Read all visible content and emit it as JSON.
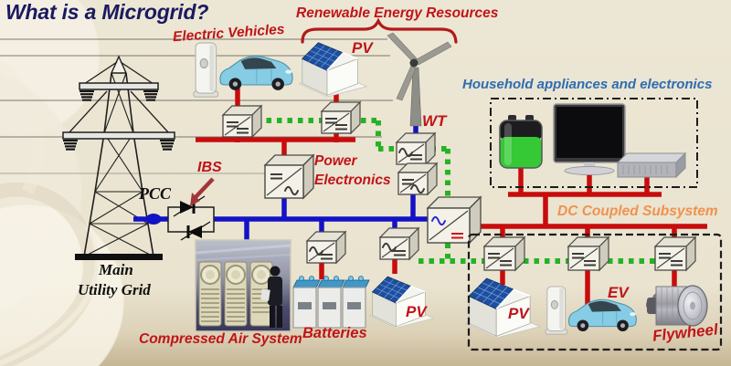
{
  "title": "What is a Microgrid?",
  "labels": {
    "electric_vehicles": "Electric Vehicles",
    "renewable_energy": "Renewable Energy Resources",
    "pv_rooftop": "PV",
    "wind_turbine": "WT",
    "household": "Household appliances and electronics",
    "pcc": "PCC",
    "ibs": "IBS",
    "power_electronics_line1": "Power",
    "power_electronics_line2": "Electronics",
    "dc_coupled_subsystem": "DC Coupled Subsystem",
    "main_grid_line1": "Main",
    "main_grid_line2": "Utility Grid",
    "compressed_air": "Compressed Air System",
    "batteries": "Batteries",
    "pv_mid": "PV",
    "pv_dc": "PV",
    "ev_dc": "EV",
    "flywheel": "Flywheel"
  },
  "colors": {
    "background": "#e9e3d0",
    "ac_bus_blue": "#1412c6",
    "dc_bus_red": "#c80c0c",
    "comm_line_green": "#24b324",
    "label_red": "#c01418",
    "label_blue": "#2e6cb0",
    "label_orange": "#f0924e",
    "title_navy": "#1a1a60"
  },
  "converters": [
    {
      "id": "ev-converter",
      "type": "DC/DC"
    },
    {
      "id": "pv-rooftop-converter",
      "type": "DC/DC"
    },
    {
      "id": "power-electronics-converter",
      "type": "DC/AC"
    },
    {
      "id": "wt-converter-1",
      "type": "AC/DC"
    },
    {
      "id": "wt-converter-2",
      "type": "DC/AC"
    },
    {
      "id": "central-converter",
      "type": "AC/DC"
    },
    {
      "id": "battery-converter",
      "type": "AC/DC"
    },
    {
      "id": "pv-mid-converter",
      "type": "AC/DC"
    },
    {
      "id": "dc-sub-converter-1",
      "type": "DC/DC"
    },
    {
      "id": "dc-sub-converter-2",
      "type": "DC/DC"
    },
    {
      "id": "dc-sub-converter-3",
      "type": "DC/DC"
    }
  ],
  "icons": [
    {
      "name": "transmission-tower-icon"
    },
    {
      "name": "wind-turbine-icon"
    },
    {
      "name": "pv-house-icon"
    },
    {
      "name": "ev-car-icon"
    },
    {
      "name": "charging-station-icon"
    },
    {
      "name": "battery-icon"
    },
    {
      "name": "tv-icon"
    },
    {
      "name": "media-player-icon"
    },
    {
      "name": "battery-bank-icon"
    },
    {
      "name": "flywheel-icon"
    },
    {
      "name": "compressed-air-photo"
    },
    {
      "name": "ibs-switch-icon"
    }
  ]
}
